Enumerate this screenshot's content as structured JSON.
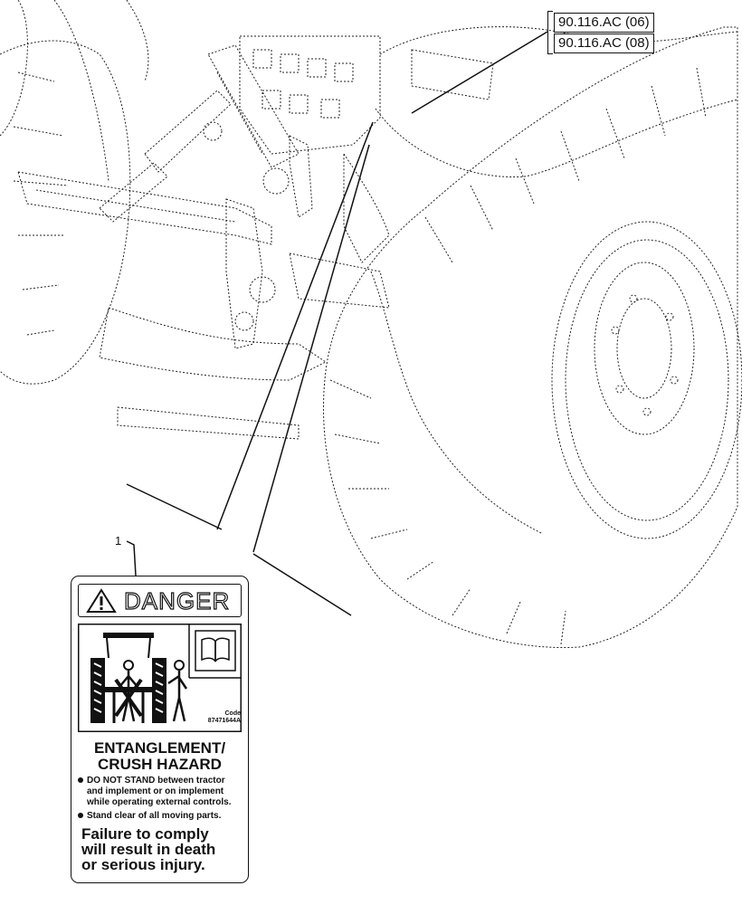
{
  "reference_labels": [
    "90.116.AC (06)",
    "90.116.AC (08)"
  ],
  "callout_number": "1",
  "decal": {
    "signal_word": "DANGER",
    "code_label": "Code",
    "code_value": "87471644A",
    "title_line1": "ENTANGLEMENT/",
    "title_line2": "CRUSH HAZARD",
    "bullet1": [
      "DO NOT STAND between tractor",
      "and implement or on implement",
      "while operating external controls."
    ],
    "bullet2": "Stand clear of all moving parts.",
    "warning": [
      "Failure to comply",
      "will result in death",
      "or serious injury."
    ]
  },
  "colors": {
    "line": "#111111",
    "background": "#ffffff"
  },
  "icons": [
    "alert-triangle-icon",
    "manual-book-icon",
    "tractor-hitch-pictogram"
  ]
}
